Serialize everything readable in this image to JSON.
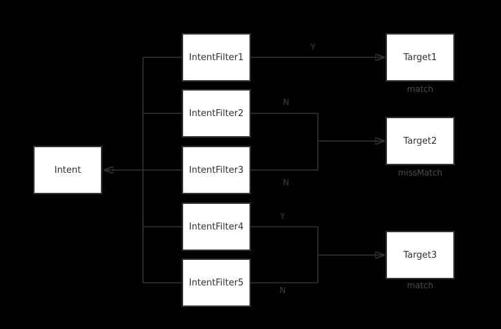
{
  "theme": {
    "background": "#000000",
    "node_fill": "#ffffff",
    "node_border": "#333333",
    "node_text": "#333333",
    "edge_color": "#333333",
    "edge_label_color": "#3d3d3d",
    "caption_color": "#4d4d4d"
  },
  "diagram": {
    "nodes": {
      "intent": {
        "label": "Intent"
      },
      "filter1": {
        "label": "IntentFilter1"
      },
      "filter2": {
        "label": "IntentFilter2"
      },
      "filter3": {
        "label": "IntentFilter3"
      },
      "filter4": {
        "label": "IntentFilter4"
      },
      "filter5": {
        "label": "IntentFilter5"
      },
      "target1": {
        "label": "Target1",
        "caption": "match"
      },
      "target2": {
        "label": "Target2",
        "caption": "missMatch"
      },
      "target3": {
        "label": "Target3",
        "caption": "match"
      }
    },
    "edge_labels": {
      "filter1_to_target1": "Y",
      "filter2_branch": "N",
      "filter3_branch": "N",
      "filter4_branch": "Y",
      "filter5_branch": "N"
    }
  }
}
